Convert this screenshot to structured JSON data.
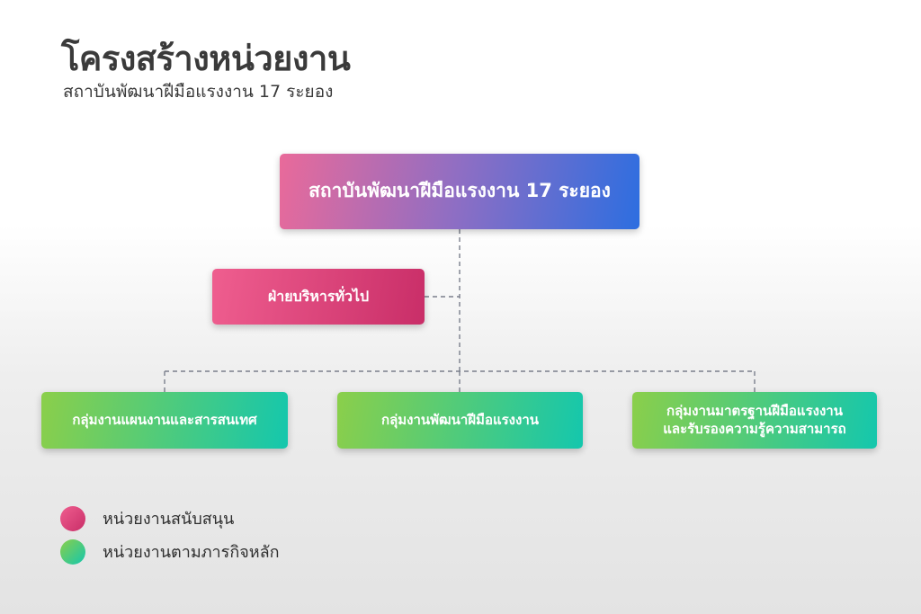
{
  "header": {
    "title": "โครงสร้างหน่วยงาน",
    "subtitle": "สถาบันพัฒนาฝีมือแรงงาน 17 ระยอง"
  },
  "org_chart": {
    "root": {
      "label": "สถาบันพัฒนาฝีมือแรงงาน 17 ระยอง"
    },
    "support_unit": {
      "label": "ฝ่ายบริหารทั่วไป"
    },
    "mission_units": [
      {
        "label": "กลุ่มงานแผนงานและสารสนเทศ"
      },
      {
        "label": "กลุ่มงานพัฒนาฝีมือแรงงาน"
      },
      {
        "line1": "กลุ่มงานมาตรฐานฝีมือแรงงาน",
        "line2": "และรับรองความรู้ความสามารถ"
      }
    ]
  },
  "legend": [
    {
      "label": "หน่วยงานสนับสนุน",
      "color_from": "#ef5e8f",
      "color_to": "#c92e68"
    },
    {
      "label": "หน่วยงานตามภารกิจหลัก",
      "color_from": "#8bcf4a",
      "color_to": "#14c7ad"
    }
  ]
}
